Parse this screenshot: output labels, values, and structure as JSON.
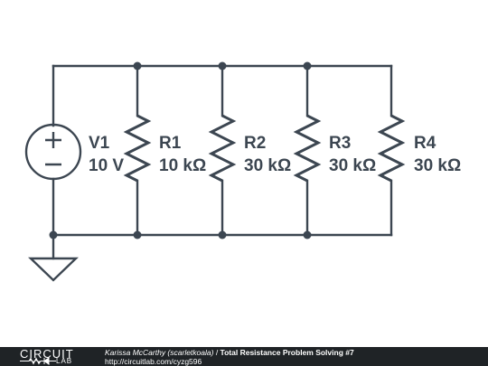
{
  "components": {
    "v1": {
      "name": "V1",
      "value": "10 V"
    },
    "r1": {
      "name": "R1",
      "value": "10 kΩ"
    },
    "r2": {
      "name": "R2",
      "value": "30 kΩ"
    },
    "r3": {
      "name": "R3",
      "value": "30 kΩ"
    },
    "r4": {
      "name": "R4",
      "value": "30 kΩ"
    }
  },
  "footer": {
    "logo_top": "CIRCUIT",
    "logo_bottom": "LAB",
    "author": "Karissa McCarthy (scarletkoala)",
    "separator": " / ",
    "title": "Total Resistance Problem Solving #7",
    "url": "http://circuitlab.com/cyzg596"
  },
  "colors": {
    "wire": "#3c4651",
    "footer_bg": "#1f2326",
    "background": "#ffffff"
  }
}
